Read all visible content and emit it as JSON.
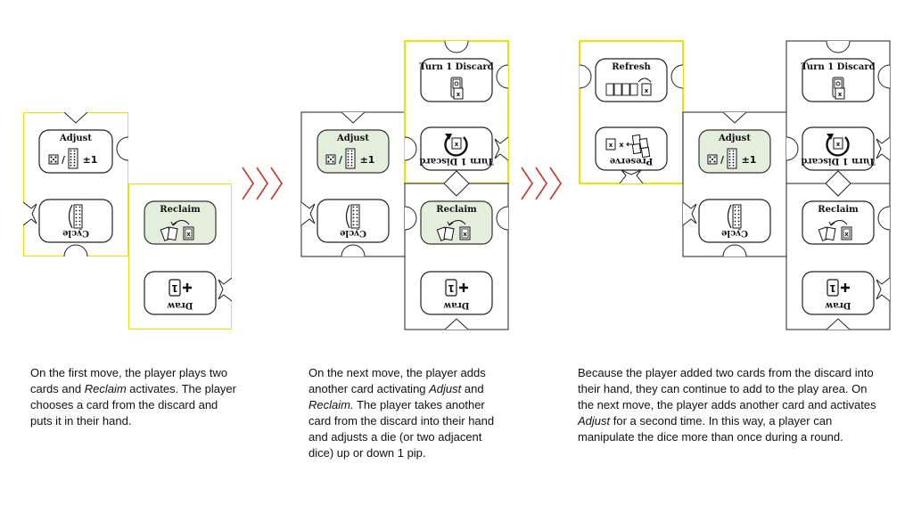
{
  "cards": {
    "adjust": "Adjust",
    "cycle": "Cycle",
    "reclaim": "Reclaim",
    "draw": "Draw",
    "turn_discard": "Turn 1 Discard",
    "refresh": "Refresh",
    "preserve": "Preserve",
    "plus_minus_one": "±1",
    "slash": "/",
    "one": "1",
    "x": "x"
  },
  "captions": {
    "step1": {
      "a": "On the first move, the player plays two cards and ",
      "em1": "Reclaim",
      "b": " activates. The player chooses a card from the discard and puts it in their hand."
    },
    "step2": {
      "a": "On the next move, the player adds another card activating ",
      "em1": "Adjust",
      "b": " and ",
      "em2": "Reclaim.",
      "c": "  The player takes another card from the discard into their hand and adjusts a die (or two adjacent dice) up or down 1 pip."
    },
    "step3": {
      "a": "Because the player added two cards from the discard into their hand, they can continue to add to the play area. On the next move, the player adds another card and activates ",
      "em1": "Adjust",
      "b": " for a second time.  In this way, a player can manipulate the dice more than once during a round."
    }
  },
  "colors": {
    "highlight": "#e6e600",
    "active": "#e3eedc",
    "arrow": "#c0392b"
  }
}
